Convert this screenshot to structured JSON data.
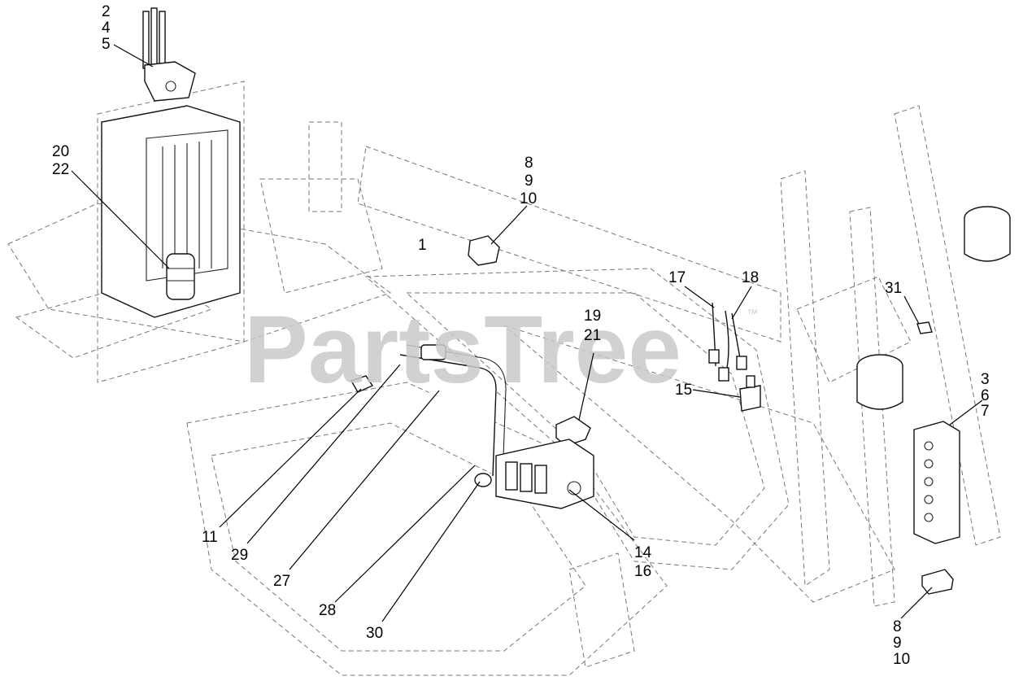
{
  "diagram": {
    "watermark": {
      "text": "PartsTree",
      "trademark": "™"
    },
    "callouts": {
      "c_2_4_5": [
        "2",
        "4",
        "5"
      ],
      "c_20_22": [
        "20",
        "22"
      ],
      "c_8_9_10_top": [
        "8",
        "9",
        "10"
      ],
      "c_1": [
        "1"
      ],
      "c_17": [
        "17"
      ],
      "c_18": [
        "18"
      ],
      "c_31": [
        "31"
      ],
      "c_19_21": [
        "19",
        "21"
      ],
      "c_15": [
        "15"
      ],
      "c_3_6_7": [
        "3",
        "6",
        "7"
      ],
      "c_11": [
        "11"
      ],
      "c_29": [
        "29"
      ],
      "c_27": [
        "27"
      ],
      "c_28": [
        "28"
      ],
      "c_30": [
        "30"
      ],
      "c_14_16": [
        "14",
        "16"
      ],
      "c_8_9_10_bottom": [
        "8",
        "9",
        "10"
      ]
    }
  }
}
